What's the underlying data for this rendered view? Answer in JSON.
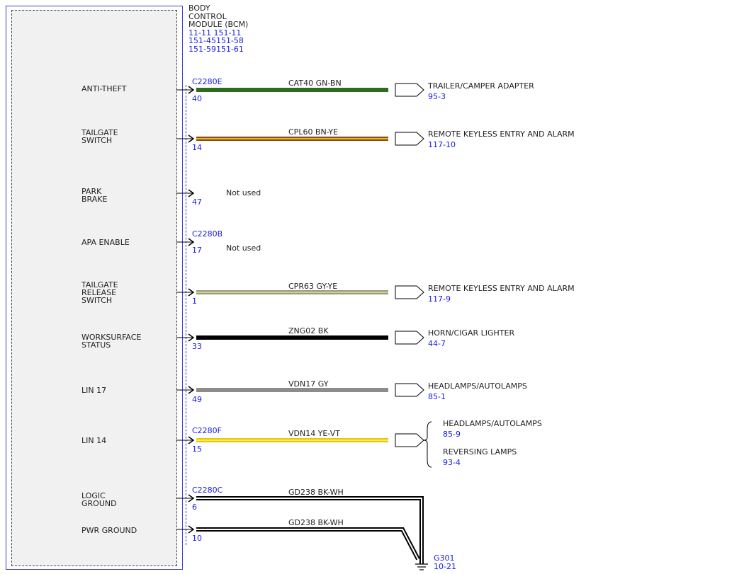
{
  "module": {
    "title": "BODY\nCONTROL\nMODULE (BCM)",
    "refs": "11-11  151-11\n151-45151-58\n151-59151-61"
  },
  "connectors": [
    {
      "label": "C2280E"
    },
    {
      "label": "C2280B"
    },
    {
      "label": "C2280F"
    },
    {
      "label": "C2280C"
    }
  ],
  "pins": [
    {
      "name": "ANTI-THEFT",
      "pin": "40",
      "wire": "CAT40  GN-BN",
      "color": "#2e6b1f",
      "stripe": "#2e6b1f",
      "dest": "TRAILER/CAMPER ADAPTER",
      "ref": "95-3"
    },
    {
      "name": "TAILGATE\nSWITCH",
      "pin": "14",
      "wire": "CPL60  BN-YE",
      "color": "#8a4a1a",
      "stripe": "#e0c020",
      "dest": "REMOTE KEYLESS ENTRY AND ALARM",
      "ref": "117-10"
    },
    {
      "name": "PARK\nBRAKE",
      "pin": "47",
      "note": "Not used"
    },
    {
      "name": "APA ENABLE",
      "pin": "17",
      "note": "Not used"
    },
    {
      "name": "TAILGATE\nRELEASE\nSWITCH",
      "pin": "1",
      "wire": "CPR63  GY-YE",
      "color": "#9a9a8a",
      "stripe": "#d8d080",
      "dest": "REMOTE KEYLESS ENTRY AND ALARM",
      "ref": "117-9"
    },
    {
      "name": "WORKSURFACE\nSTATUS",
      "pin": "33",
      "wire": "ZNG02  BK",
      "color": "#000000",
      "stripe": "#000000",
      "dest": "HORN/CIGAR LIGHTER",
      "ref": "44-7"
    },
    {
      "name": "LIN 17",
      "pin": "49",
      "wire": "VDN17  GY",
      "color": "#8c8c8c",
      "stripe": "#8c8c8c",
      "dest": "HEADLAMPS/AUTOLAMPS",
      "ref": "85-1"
    },
    {
      "name": "LIN 14",
      "pin": "15",
      "wire": "VDN14  YE-VT",
      "color": "#e8c800",
      "stripe": "#f4e870",
      "dest": "HEADLAMPS/AUTOLAMPS",
      "ref": "85-9",
      "dest2": "REVERSING LAMPS",
      "ref2": "93-4"
    },
    {
      "name": "LOGIC\nGROUND",
      "pin": "6",
      "wire": "GD238  BK-WH"
    },
    {
      "name": "PWR GROUND",
      "pin": "10",
      "wire": "GD238  BK-WH"
    }
  ],
  "ground": {
    "label": "G301",
    "ref": "10-21"
  }
}
